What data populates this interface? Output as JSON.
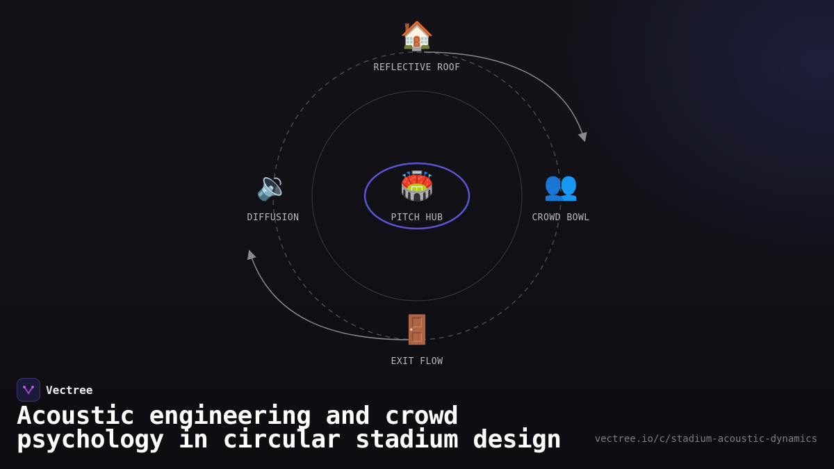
{
  "diagram": {
    "nodes": {
      "top": {
        "icon": "house-icon",
        "glyph": "🏠",
        "label": "REFLECTIVE ROOF"
      },
      "right": {
        "icon": "people-icon",
        "glyph": "👥",
        "label": "CROWD BOWL"
      },
      "bottom": {
        "icon": "door-icon",
        "glyph": "🚪",
        "label": "EXIT FLOW"
      },
      "left": {
        "icon": "speaker-icon",
        "glyph": "🔉",
        "label": "DIFFUSION"
      },
      "center": {
        "icon": "stadium-icon",
        "glyph": "🏟️",
        "label": "PITCH HUB"
      }
    },
    "colors": {
      "hub_ring": "#5b55d6",
      "orbit": "#4a4a52",
      "arrow": "#8a8a92",
      "label": "#b9b9c0"
    }
  },
  "brand": {
    "name": "Vectree",
    "logo_icon": "vectree-logo-icon",
    "accent": "#a64bd8"
  },
  "headline": "Acoustic engineering and crowd psychology in circular stadium design",
  "url": "vectree.io/c/stadium-acoustic-dynamics"
}
